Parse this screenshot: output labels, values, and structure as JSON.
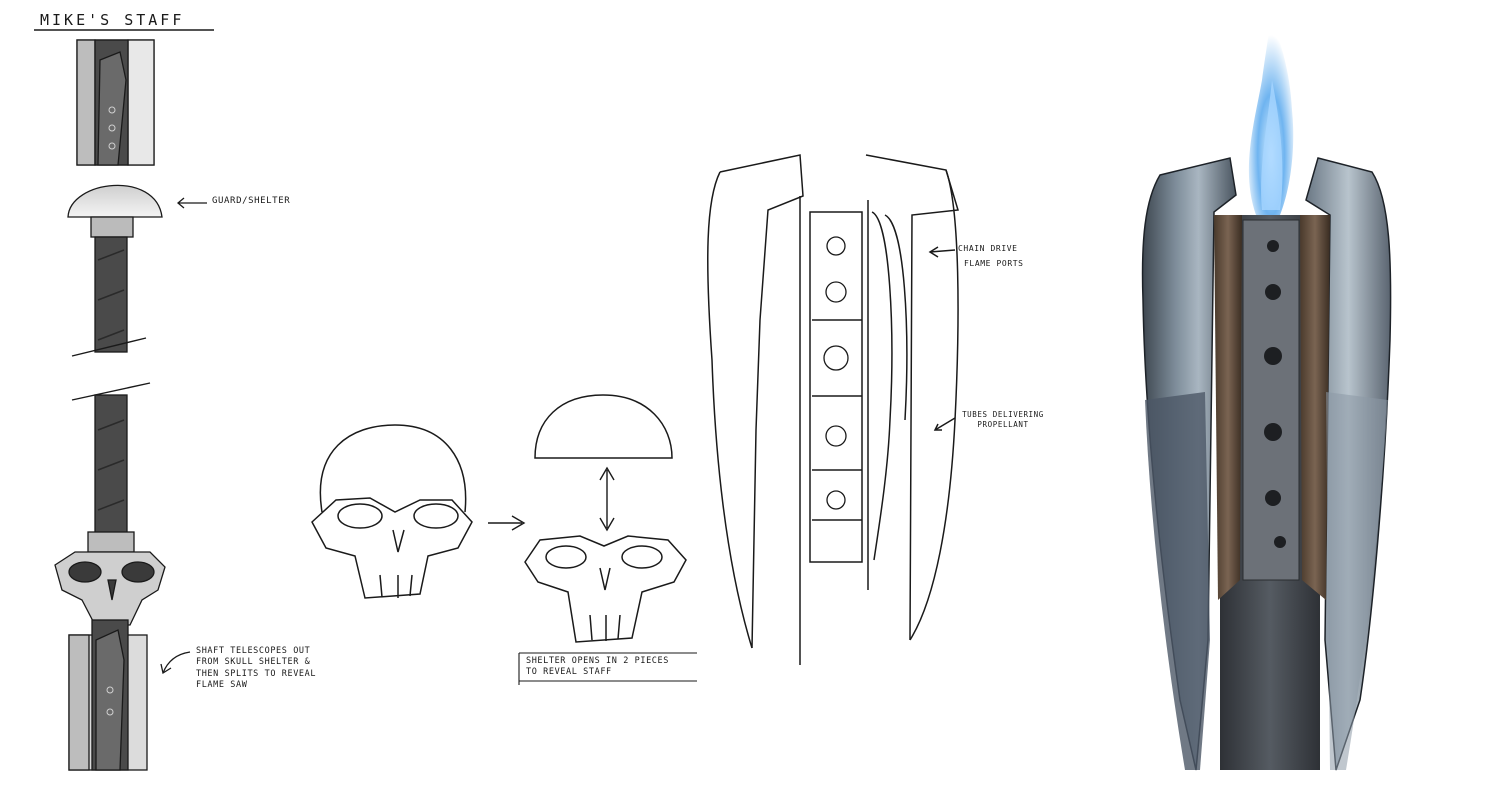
{
  "sheet": {
    "title": "MIKE'S STAFF",
    "labels": {
      "guard": "GUARD/SHELTER",
      "shaft_lines": [
        "SHAFT TELESCOPES OUT",
        "FROM SKULL SHELTER &",
        "THEN SPLITS TO REVEAL",
        "FLAME SAW"
      ],
      "shell_lines": [
        "SHELTER OPENS IN 2 PIECES",
        "TO REVEAL STAFF"
      ],
      "chain_drive": "CHAIN DRIVE",
      "flame_ports": "FLAME PORTS",
      "tubes_lines": [
        "TUBES DELIVERING",
        "PROPELLANT"
      ]
    }
  },
  "colors": {
    "ink": "#1a1a1a",
    "steel_light": "#dcdcdc",
    "steel_mid": "#9a9a9a",
    "shaft_dark": "#4a4a4a",
    "render_steel": "#5e6b78",
    "render_core": "#3a3f45",
    "flame_blue": "#6fb4f0"
  },
  "icons": [
    "arrow-left-icon",
    "arrow-right-icon",
    "double-arrow-icon"
  ]
}
